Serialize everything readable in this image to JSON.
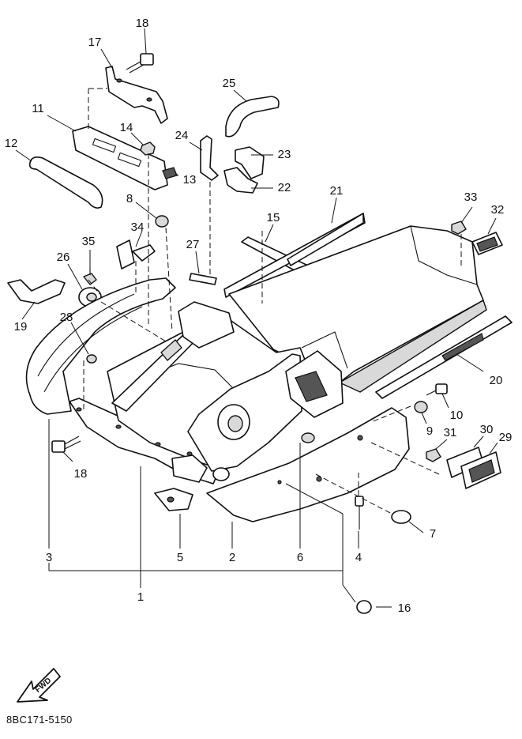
{
  "diagram": {
    "reference_code": "8BC171-5150",
    "forward_arrow_label": "FWD",
    "callouts": {
      "p1": "1",
      "p2": "2",
      "p3": "3",
      "p4": "4",
      "p5": "5",
      "p6": "6",
      "p7": "7",
      "p8": "8",
      "p9": "9",
      "p10": "10",
      "p11": "11",
      "p12": "12",
      "p13": "13",
      "p14": "14",
      "p15": "15",
      "p16": "16",
      "p17": "17",
      "p18a": "18",
      "p18b": "18",
      "p19": "19",
      "p20": "20",
      "p21": "21",
      "p22": "22",
      "p23": "23",
      "p24": "24",
      "p25": "25",
      "p26": "26",
      "p27": "27",
      "p28": "28",
      "p29": "29",
      "p30": "30",
      "p31": "31",
      "p32": "32",
      "p33": "33",
      "p34": "34",
      "p35": "35"
    }
  }
}
